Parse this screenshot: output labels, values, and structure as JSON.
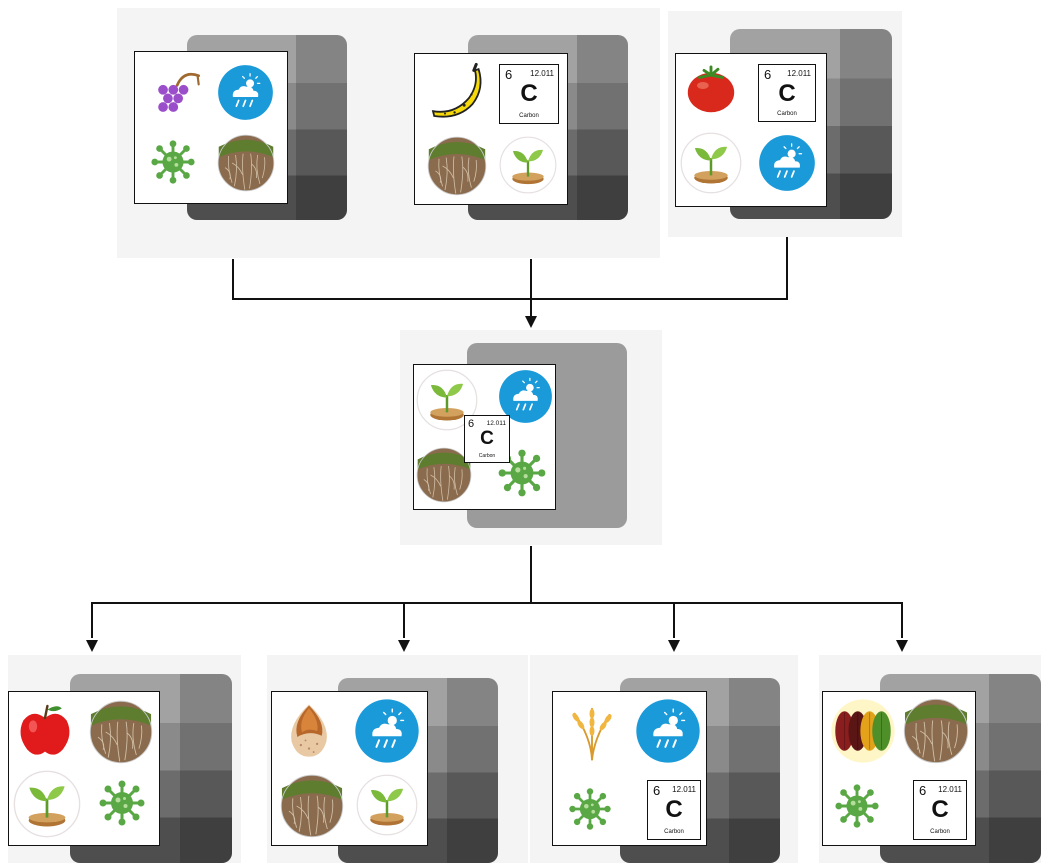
{
  "carbon_tile": {
    "atomic_number": "6",
    "atomic_mass": "12.011",
    "symbol": "C",
    "name": "Carbon"
  },
  "colors": {
    "panel": "#f4f4f4",
    "card_border": "#111111",
    "line": "#111111",
    "rain_blue": "#1b9ad9",
    "virus_green": "#5aa845",
    "soil_brown": "#8a6b4d"
  },
  "icons": {
    "grapes": "grapes-icon",
    "banana": "banana-icon",
    "tomato": "tomato-icon",
    "apple": "apple-icon",
    "almond": "almond-icon",
    "wheat": "wheat-icon",
    "cacao": "cacao-pods-icon",
    "rain": "rain-cloud-icon",
    "virus": "virus-icon",
    "soil": "soil-roots-icon",
    "sprout": "sprout-icon",
    "carbon": "carbon-element-icon"
  }
}
